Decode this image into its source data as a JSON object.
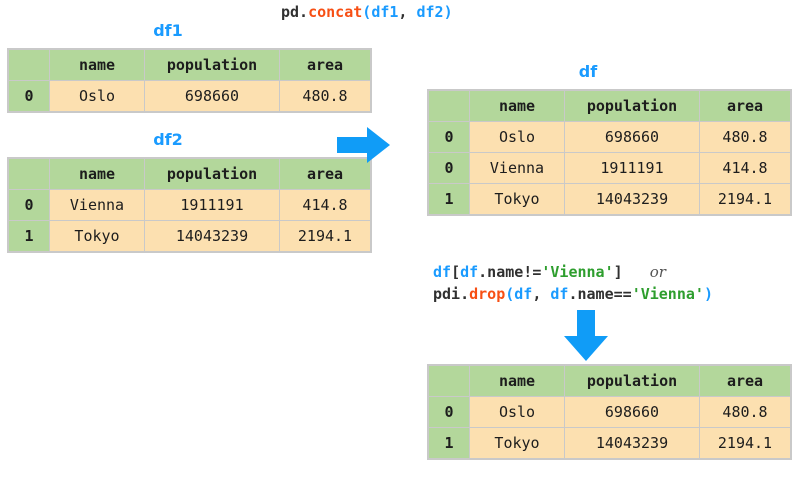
{
  "diagram": {
    "title_code": {
      "parts": [
        {
          "t": "pd.",
          "c": "plain"
        },
        {
          "t": "concat",
          "c": "fn"
        },
        {
          "t": "(",
          "c": "var"
        },
        {
          "t": "df1",
          "c": "var"
        },
        {
          "t": ", ",
          "c": "plain"
        },
        {
          "t": "df2",
          "c": "var"
        },
        {
          "t": ")",
          "c": "var"
        }
      ],
      "text": "pd.concat(df1, df2)"
    },
    "filter_code_line1": {
      "parts": [
        {
          "t": "df",
          "c": "var"
        },
        {
          "t": "[",
          "c": "plain"
        },
        {
          "t": "df",
          "c": "var"
        },
        {
          "t": ".name!=",
          "c": "plain"
        },
        {
          "t": "'Vienna'",
          "c": "str"
        },
        {
          "t": "]",
          "c": "plain"
        },
        {
          "t": "   ",
          "c": "plain"
        },
        {
          "t": "or",
          "c": "or"
        }
      ],
      "text": "df[df.name!='Vienna']   or"
    },
    "filter_code_line2": {
      "parts": [
        {
          "t": "pdi.",
          "c": "plain"
        },
        {
          "t": "drop",
          "c": "fn"
        },
        {
          "t": "(",
          "c": "var"
        },
        {
          "t": "df",
          "c": "var"
        },
        {
          "t": ", ",
          "c": "plain"
        },
        {
          "t": "df",
          "c": "var"
        },
        {
          "t": ".name==",
          "c": "plain"
        },
        {
          "t": "'Vienna'",
          "c": "str"
        },
        {
          "t": ")",
          "c": "var"
        }
      ],
      "text": "pdi.drop(df, df.name=='Vienna')"
    },
    "arrow_right_label": "concat-arrow",
    "arrow_down_label": "drop-arrow",
    "colors": {
      "header_green": "#b3d79b",
      "cell_peach": "#fce0b0",
      "accent_blue": "#1a9bff",
      "code_orange": "#f74f14",
      "code_string_green": "#2e9e2e",
      "border_gray": "#c9c9c9"
    }
  },
  "tables": {
    "df1": {
      "caption": "df1",
      "columns": [
        "",
        "name",
        "population",
        "area"
      ],
      "rows": [
        {
          "index": "0",
          "name": "Oslo",
          "population": "698660",
          "area": "480.8"
        }
      ]
    },
    "df2": {
      "caption": "df2",
      "columns": [
        "",
        "name",
        "population",
        "area"
      ],
      "rows": [
        {
          "index": "0",
          "name": "Vienna",
          "population": "1911191",
          "area": "414.8"
        },
        {
          "index": "1",
          "name": "Tokyo",
          "population": "14043239",
          "area": "2194.1"
        }
      ]
    },
    "df": {
      "caption": "df",
      "columns": [
        "",
        "name",
        "population",
        "area"
      ],
      "rows": [
        {
          "index": "0",
          "name": "Oslo",
          "population": "698660",
          "area": "480.8"
        },
        {
          "index": "0",
          "name": "Vienna",
          "population": "1911191",
          "area": "414.8"
        },
        {
          "index": "1",
          "name": "Tokyo",
          "population": "14043239",
          "area": "2194.1"
        }
      ]
    },
    "df_filtered": {
      "caption": "",
      "columns": [
        "",
        "name",
        "population",
        "area"
      ],
      "rows": [
        {
          "index": "0",
          "name": "Oslo",
          "population": "698660",
          "area": "480.8"
        },
        {
          "index": "1",
          "name": "Tokyo",
          "population": "14043239",
          "area": "2194.1"
        }
      ]
    }
  }
}
